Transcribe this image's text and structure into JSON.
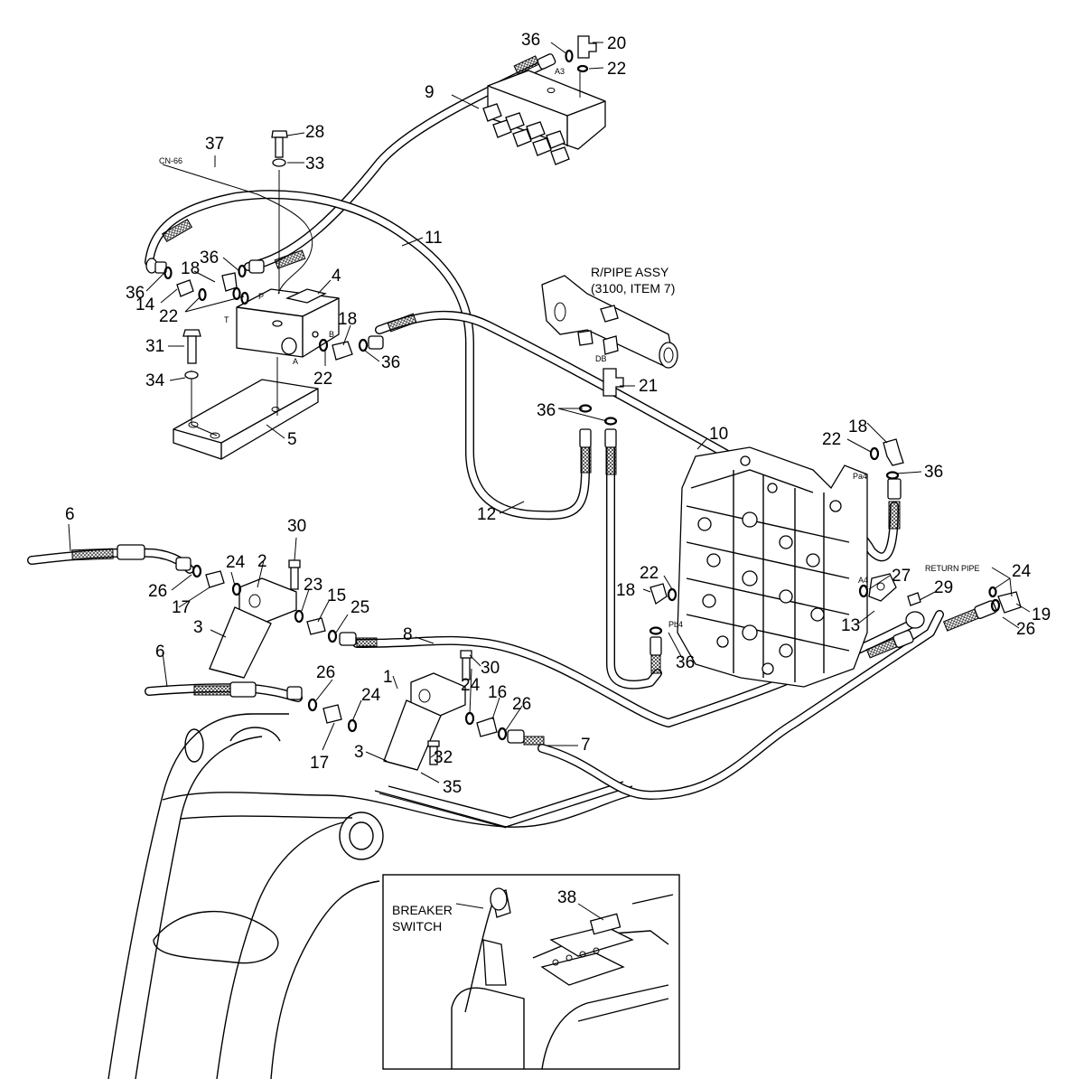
{
  "callouts": {
    "c1": "1",
    "c2": "2",
    "c3a": "3",
    "c3b": "3",
    "c4": "4",
    "c5": "5",
    "c6a": "6",
    "c6b": "6",
    "c7": "7",
    "c8": "8",
    "c9": "9",
    "c10": "10",
    "c11": "11",
    "c12": "12",
    "c13": "13",
    "c14": "14",
    "c15": "15",
    "c16": "16",
    "c17a": "17",
    "c17b": "17",
    "c18a": "18",
    "c18b": "18",
    "c18c": "18",
    "c18d": "18",
    "c19": "19",
    "c20": "20",
    "c21": "21",
    "c22a": "22",
    "c22b": "22",
    "c22c": "22",
    "c22d": "22",
    "c22e": "22",
    "c23": "23",
    "c24a": "24",
    "c24b": "24",
    "c24c": "24",
    "c24d": "24",
    "c25": "25",
    "c26a": "26",
    "c26b": "26",
    "c26c": "26",
    "c26d": "26",
    "c27": "27",
    "c28": "28",
    "c29": "29",
    "c30a": "30",
    "c30b": "30",
    "c31": "31",
    "c32": "32",
    "c33": "33",
    "c34": "34",
    "c35": "35",
    "c36a": "36",
    "c36b": "36",
    "c36c": "36",
    "c36d": "36",
    "c36e": "36",
    "c36f": "36",
    "c36g": "36",
    "c37": "37",
    "c38": "38"
  },
  "labels": {
    "rpipe_line1": "R/PIPE ASSY",
    "rpipe_line2": "(3100, ITEM 7)",
    "return_pipe": "RETURN PIPE",
    "breaker_line1": "BREAKER",
    "breaker_line2": "SWITCH",
    "cn66": "CN-66",
    "port_a3": "A3",
    "port_p": "P",
    "port_t": "T",
    "port_a": "A",
    "port_b": "B",
    "port_db": "DB",
    "port_pa4": "Pa4",
    "port_pb4": "Pb4",
    "port_a4": "A4"
  }
}
